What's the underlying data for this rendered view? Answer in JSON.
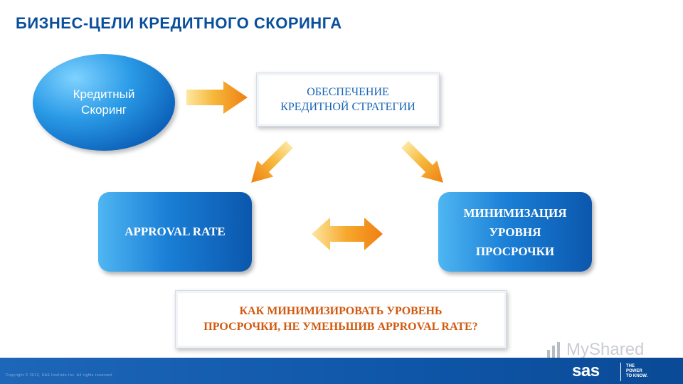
{
  "title": "БИЗНЕС-ЦЕЛИ КРЕДИТНОГО СКОРИНГА",
  "ellipse": {
    "line1": "Кредитный",
    "line2": "Скоринг"
  },
  "strategy": {
    "line1": "ОБЕСПЕЧЕНИЕ",
    "line2": "КРЕДИТНОЙ СТРАТЕГИИ"
  },
  "approval": {
    "label": "APPROVAL RATE"
  },
  "minimize": {
    "line1": "МИНИМИЗАЦИЯ",
    "line2": "УРОВНЯ",
    "line3": "ПРОСРОЧКИ"
  },
  "question": {
    "line1": "КАК МИНИМИЗИРОВАТЬ УРОВЕНЬ",
    "line2": "ПРОСРОЧКИ, НЕ УМЕНЬШИВ APPROVAL RATE?"
  },
  "footer": {
    "copyright": "Copyright © 2012, SAS Institute Inc. All rights reserved.",
    "logo": "sas",
    "tagline1": "THE",
    "tagline2": "POWER",
    "tagline3": "TO KNOW."
  },
  "watermark": "MyShared",
  "icons": [
    "arrow-right-icon",
    "arrow-down-left-icon",
    "arrow-down-right-icon",
    "double-arrow-icon",
    "sas-logo-icon",
    "watermark-icon"
  ],
  "colors": {
    "title": "#0a4f9c",
    "accent_blue": "#1a7fd6",
    "arrow_orange": "#f29a1a",
    "question_text": "#d05a10",
    "footer": "#0f56a8"
  }
}
